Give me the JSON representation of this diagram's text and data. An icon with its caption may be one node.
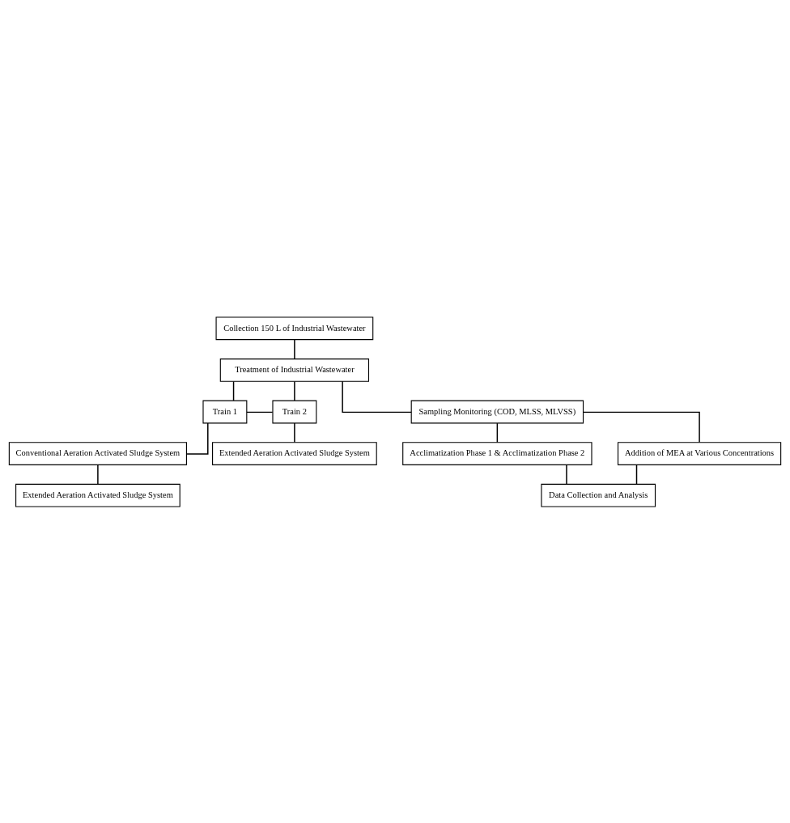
{
  "diagram": {
    "nodes": [
      {
        "text": [
          "Collection 150 L of Industrial Wastewater"
        ]
      },
      {
        "text": [
          "Treatment of Industrial Wastewater"
        ]
      },
      {
        "text": [
          "Train 1"
        ]
      },
      {
        "text": [
          "Train 2"
        ]
      },
      {
        "text": [
          "Conventional Aeration Activated Sludge System"
        ]
      },
      {
        "text": [
          "Extended Aeration Activated Sludge System"
        ]
      },
      {
        "text": [
          "Extended Aeration Activated Sludge System"
        ]
      },
      {
        "text": [
          "Sampling Monitoring (COD, MLSS, MLVSS)"
        ]
      },
      {
        "text": [
          "Acclimatization Phase 1 & Acclimatization Phase 2"
        ]
      },
      {
        "text": [
          "Addition of MEA at Various Concentrations"
        ]
      },
      {
        "text": [
          "Data Collection and Analysis"
        ]
      }
    ],
    "edges": [
      {
        "from": 0,
        "to": 1,
        "arrow": "none"
      },
      {
        "from": 1,
        "to": 2,
        "arrow": "none"
      },
      {
        "from": 1,
        "to": 3,
        "arrow": "none"
      },
      {
        "from": 2,
        "to": 3,
        "arrow": "none"
      },
      {
        "from": 1,
        "to": 7,
        "arrow": "none"
      },
      {
        "from": 2,
        "to": 4,
        "arrow": "none"
      },
      {
        "from": 3,
        "to": 5,
        "arrow": "none"
      },
      {
        "from": 4,
        "to": 6,
        "arrow": "none"
      },
      {
        "from": 7,
        "to": 8,
        "arrow": "none"
      },
      {
        "from": 7,
        "to": 9,
        "arrow": "none"
      },
      {
        "from": 8,
        "to": 10,
        "arrow": "none"
      },
      {
        "from": 9,
        "to": 10,
        "arrow": "none"
      }
    ]
  }
}
